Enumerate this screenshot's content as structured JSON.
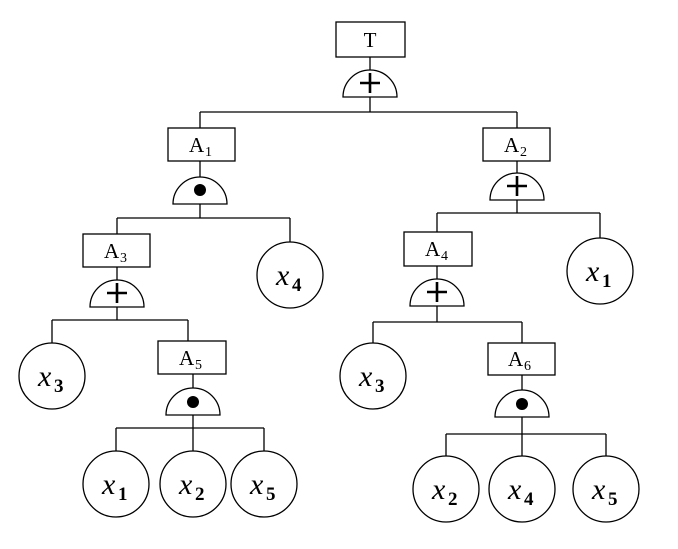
{
  "events": {
    "T": {
      "label": "T",
      "sub": ""
    },
    "A1": {
      "label": "A",
      "sub": "1"
    },
    "A2": {
      "label": "A",
      "sub": "2"
    },
    "A3": {
      "label": "A",
      "sub": "3"
    },
    "A4": {
      "label": "A",
      "sub": "4"
    },
    "A5": {
      "label": "A",
      "sub": "5"
    },
    "A6": {
      "label": "A",
      "sub": "6"
    }
  },
  "gates": {
    "T": {
      "type": "OR",
      "symbol": "+"
    },
    "A1": {
      "type": "AND",
      "symbol": "•"
    },
    "A2": {
      "type": "OR",
      "symbol": "+"
    },
    "A3": {
      "type": "OR",
      "symbol": "+"
    },
    "A4": {
      "type": "OR",
      "symbol": "+"
    },
    "A5": {
      "type": "AND",
      "symbol": "•"
    },
    "A6": {
      "type": "AND",
      "symbol": "•"
    }
  },
  "basic_events": [
    {
      "id": "a3_x3",
      "var": "x",
      "sub": "3"
    },
    {
      "id": "a5_x1",
      "var": "x",
      "sub": "1"
    },
    {
      "id": "a5_x2",
      "var": "x",
      "sub": "2"
    },
    {
      "id": "a5_x5",
      "var": "x",
      "sub": "5"
    },
    {
      "id": "a1_x4",
      "var": "x",
      "sub": "4"
    },
    {
      "id": "a4_x3",
      "var": "x",
      "sub": "3"
    },
    {
      "id": "a6_x2",
      "var": "x",
      "sub": "2"
    },
    {
      "id": "a6_x4",
      "var": "x",
      "sub": "4"
    },
    {
      "id": "a6_x5",
      "var": "x",
      "sub": "5"
    },
    {
      "id": "a2_x1",
      "var": "x",
      "sub": "1"
    }
  ],
  "structure": {
    "T": [
      "A1",
      "A2"
    ],
    "A1": [
      "A3",
      "a1_x4"
    ],
    "A2": [
      "A4",
      "a2_x1"
    ],
    "A3": [
      "a3_x3",
      "A5"
    ],
    "A4": [
      "a4_x3",
      "A6"
    ],
    "A5": [
      "a5_x1",
      "a5_x2",
      "a5_x5"
    ],
    "A6": [
      "a6_x2",
      "a6_x4",
      "a6_x5"
    ]
  }
}
